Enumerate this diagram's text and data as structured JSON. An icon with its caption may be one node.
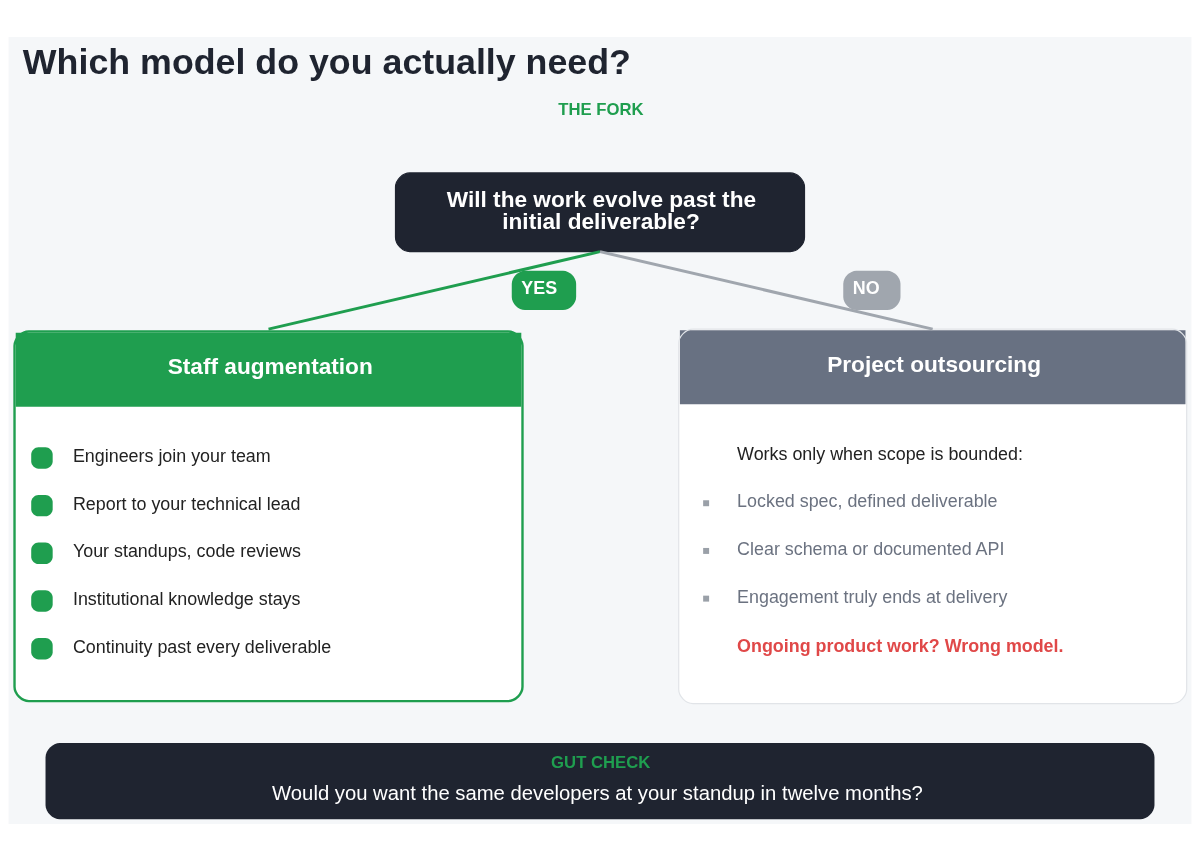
{
  "diagram": {
    "title": "Which model do you actually need?",
    "nodes": [
      {
        "text": [
          "Will the work evolve past the initial deliverable?"
        ]
      },
      {
        "text": [
          "Staff augmentation",
          "Engineers join your team",
          "Report to your technical lead",
          "Your standups, code reviews",
          "Institutional knowledge stays",
          "Continuity past every deliverable"
        ]
      },
      {
        "text": [
          "Project outsourcing",
          "Works only when scope is bounded:",
          "Locked spec, defined deliverable",
          "Clear schema or documented API",
          "Engagement truly ends at delivery",
          "Ongoing product work? Wrong model."
        ]
      },
      {
        "text": [
          "GUT CHECK",
          "Would you want the same developers at your standup in twelve months?"
        ]
      }
    ],
    "edges": [
      {
        "from": 0,
        "to": 1,
        "arrow": "none",
        "label": "YES",
        "color": "#1f9e4f"
      },
      {
        "from": 0,
        "to": 2,
        "arrow": "none",
        "label": "NO",
        "color": "#a0a6ae"
      }
    ],
    "labels": [
      "THE FORK"
    ]
  }
}
